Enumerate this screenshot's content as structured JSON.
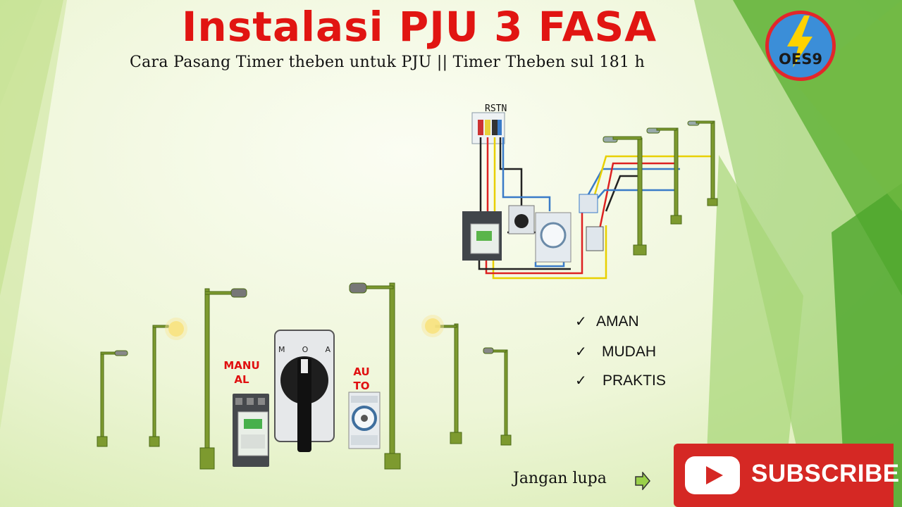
{
  "header": {
    "title": "Instalasi PJU 3 FASA",
    "subtitle": "Cara Pasang Timer theben untuk PJU || Timer Theben sul 181 h"
  },
  "logo": {
    "text": "OES9",
    "icon": "lightning-bolt-icon"
  },
  "wiring": {
    "phase_labels": "RSTN"
  },
  "switch": {
    "positions": [
      "M",
      "O",
      "A"
    ]
  },
  "labels": {
    "manual": [
      "MANU",
      "AL"
    ],
    "auto": [
      "AU",
      "TO"
    ]
  },
  "benefits": {
    "check": "✓",
    "items": [
      "AMAN",
      "MUDAH",
      "PRAKTIS"
    ]
  },
  "footer": {
    "reminder": "Jangan lupa",
    "subscribe": "SUBSCRIBE"
  },
  "colors": {
    "title": "#e11512",
    "subscribe_bg": "#d52824",
    "bg_light": "#f1f7dd",
    "bg_green": "#7cc142"
  }
}
